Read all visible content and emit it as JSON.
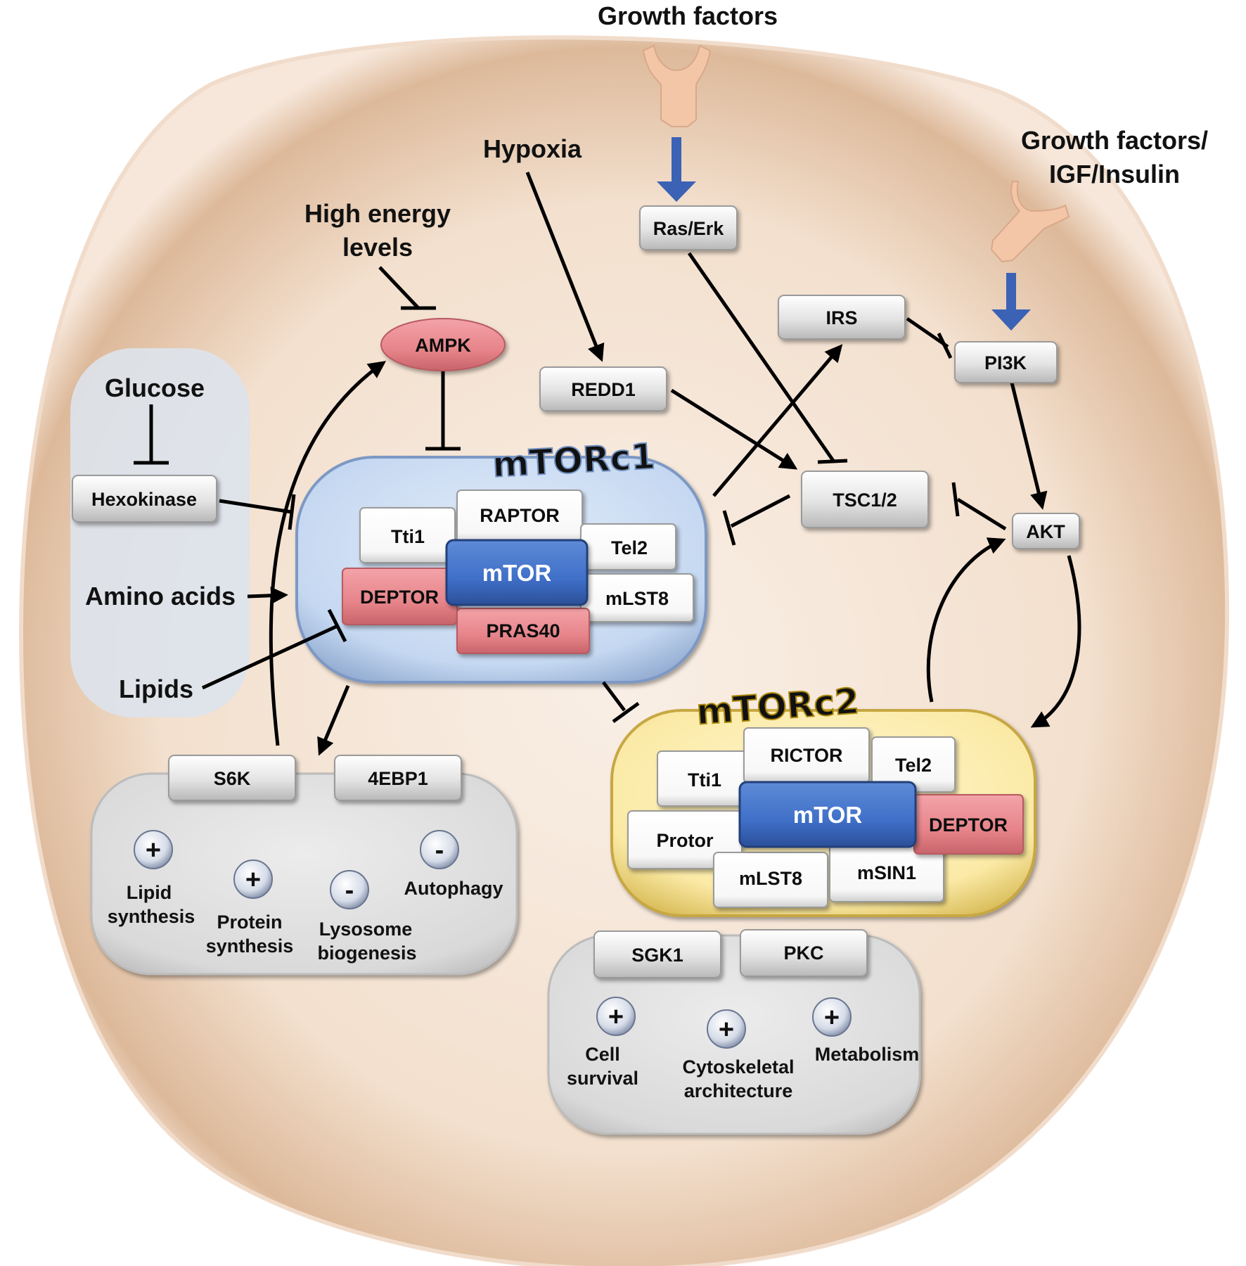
{
  "colors": {
    "cell": "#f0dcc9",
    "mtorc1_fill": "#c5d8f1",
    "mtorc1_title": "#9db8df",
    "mtorc2_fill": "#fbeaa6",
    "mtorc2_title": "#c9a00c",
    "mtor_core": "#3f6fc8",
    "inhibitor_red": "#e6848a",
    "panel_gray": "#dadada",
    "nutrient_panel": "#dde3ec",
    "receptor": "#f2c6a7",
    "blue_arrow": "#3b62b5"
  },
  "inputs": {
    "growth_factors": "Growth factors",
    "growth_factors_igf_l1": "Growth factors/",
    "growth_factors_igf_l2": "IGF/Insulin",
    "hypoxia": "Hypoxia",
    "high_energy_l1": "High energy",
    "high_energy_l2": "levels",
    "glucose": "Glucose",
    "amino_acids": "Amino acids",
    "lipids": "Lipids"
  },
  "nodes": {
    "ampk": "AMPK",
    "ras_erk": "Ras/Erk",
    "redd1": "REDD1",
    "irs": "IRS",
    "pi3k": "PI3K",
    "tsc": "TSC1/2",
    "akt": "AKT",
    "hexokinase": "Hexokinase",
    "s6k": "S6K",
    "ebp1": "4EBP1",
    "sgk1": "SGK1",
    "pkc": "PKC"
  },
  "mtorc1": {
    "title": "mTORc1",
    "tti1": "Tti1",
    "raptor": "RAPTOR",
    "tel2": "Tel2",
    "mtor": "mTOR",
    "deptor": "DEPTOR",
    "mlst8": "mLST8",
    "pras40": "PRAS40"
  },
  "mtorc2": {
    "title": "mTORc2",
    "tti1": "Tti1",
    "rictor": "RICTOR",
    "tel2": "Tel2",
    "protor": "Protor",
    "mtor": "mTOR",
    "deptor": "DEPTOR",
    "mlst8": "mLST8",
    "msin1": "mSIN1"
  },
  "outputs1": {
    "lipid_l1": "Lipid",
    "lipid_l2": "synthesis",
    "lipid_sign": "+",
    "protein_l1": "Protein",
    "protein_l2": "synthesis",
    "protein_sign": "+",
    "lysosome_l1": "Lysosome",
    "lysosome_l2": "biogenesis",
    "lysosome_sign": "-",
    "autophagy": "Autophagy",
    "autophagy_sign": "-"
  },
  "outputs2": {
    "cell_l1": "Cell",
    "cell_l2": "survival",
    "cell_sign": "+",
    "cyto_l1": "Cytoskeletal",
    "cyto_l2": "architecture",
    "cyto_sign": "+",
    "metabolism": "Metabolism",
    "metabolism_sign": "+"
  }
}
